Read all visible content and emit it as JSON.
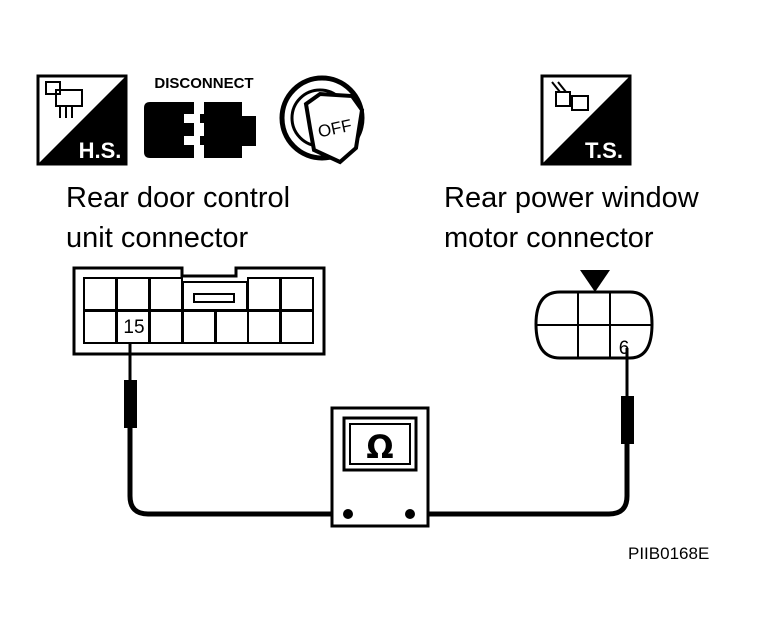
{
  "icons": {
    "hs_label": "H.S.",
    "ts_label": "T.S.",
    "disconnect_label": "DISCONNECT",
    "ignition_label": "OFF"
  },
  "left_connector": {
    "title_line1": "Rear door control",
    "title_line2": "unit connector",
    "terminal": "15"
  },
  "right_connector": {
    "title_line1": "Rear power window",
    "title_line2": "motor connector",
    "terminal": "6"
  },
  "meter": {
    "symbol": "Ω"
  },
  "figure_code": "PIIB0168E"
}
